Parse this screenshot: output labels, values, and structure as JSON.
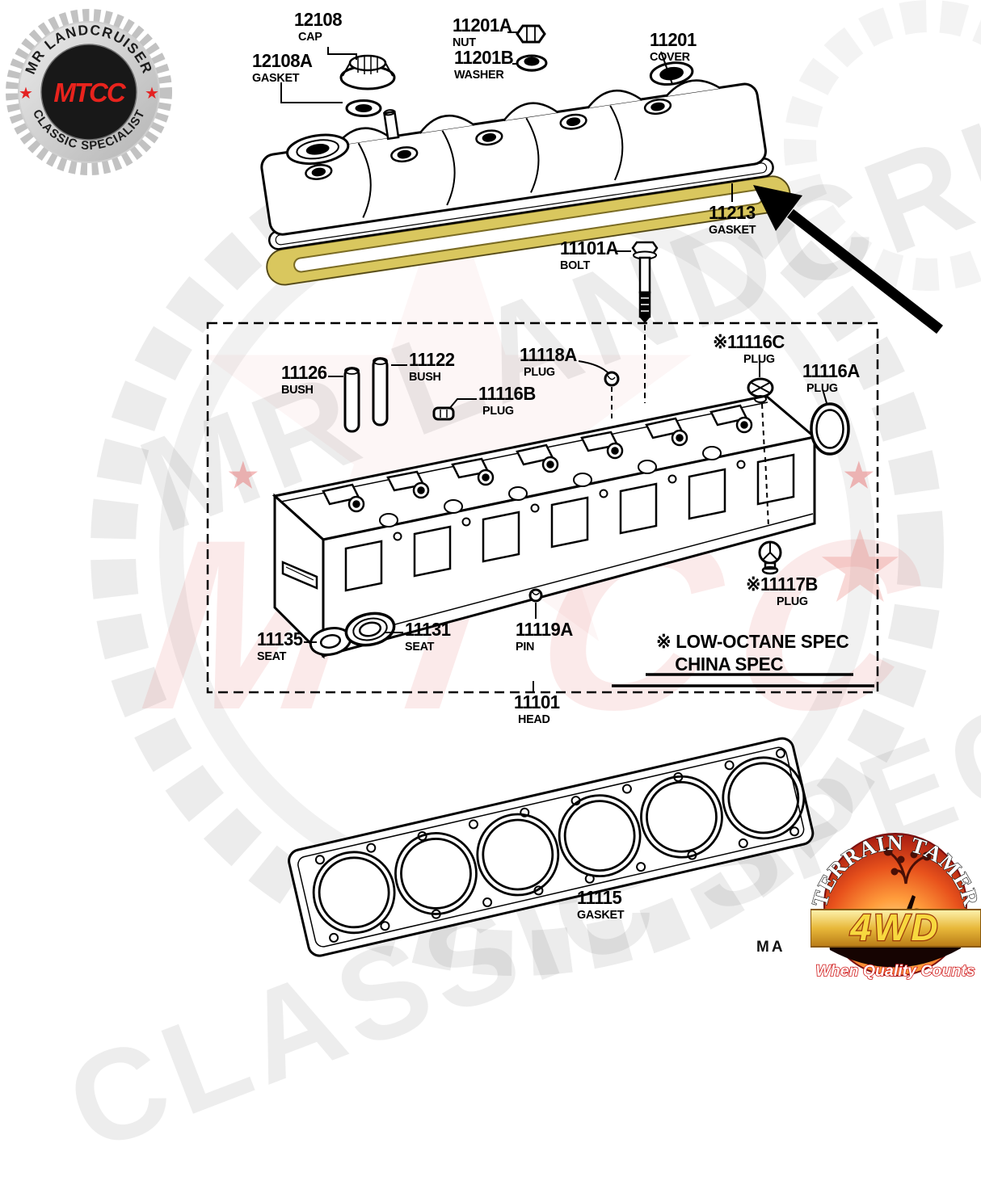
{
  "badge": {
    "top_text": "MR LANDCRUISER",
    "bottom_text": "CLASSIC SPECIALIST",
    "logo_text": "MTCC",
    "star": "★"
  },
  "watermark": {
    "diag_top": "MR LANDCRUISER",
    "diag_bottom": "CLASSIC SPECIALIST",
    "center_logo": "MTCC",
    "star": "★"
  },
  "diagram": {
    "highlight_color": "#d9c75e",
    "parts": {
      "cap": {
        "num": "12108",
        "name": "CAP"
      },
      "cap_gasket": {
        "num": "12108A",
        "name": "GASKET"
      },
      "nut": {
        "num": "11201A",
        "name": "NUT"
      },
      "washer": {
        "num": "11201B",
        "name": "WASHER"
      },
      "cover": {
        "num": "11201",
        "name": "COVER"
      },
      "cover_gasket": {
        "num": "11213",
        "name": "GASKET"
      },
      "bolt": {
        "num": "11101A",
        "name": "BOLT"
      },
      "bush_left": {
        "num": "11126",
        "name": "BUSH"
      },
      "bush_right": {
        "num": "11122",
        "name": "BUSH"
      },
      "plug_11118a": {
        "num": "11118A",
        "name": "PLUG"
      },
      "plug_11116b": {
        "num": "11116B",
        "name": "PLUG"
      },
      "plug_11116c": {
        "num": "※11116C",
        "name": "PLUG"
      },
      "plug_11116a": {
        "num": "11116A",
        "name": "PLUG"
      },
      "plug_11117b": {
        "num": "※11117B",
        "name": "PLUG"
      },
      "seat_11135": {
        "num": "11135",
        "name": "SEAT"
      },
      "seat_11131": {
        "num": "11131",
        "name": "SEAT"
      },
      "pin": {
        "num": "11119A",
        "name": "PIN"
      },
      "head": {
        "num": "11101",
        "name": "HEAD"
      },
      "head_gasket": {
        "num": "11115",
        "name": "GASKET"
      }
    },
    "spec_note": {
      "line1": "※ LOW-OCTANE  SPEC",
      "line2": "CHINA  SPEC"
    },
    "page_code": "MA"
  },
  "footer_logo": {
    "arc_text": "TERRAIN TAMER",
    "banner_text": "4WD",
    "tagline": "When Quality Counts"
  }
}
